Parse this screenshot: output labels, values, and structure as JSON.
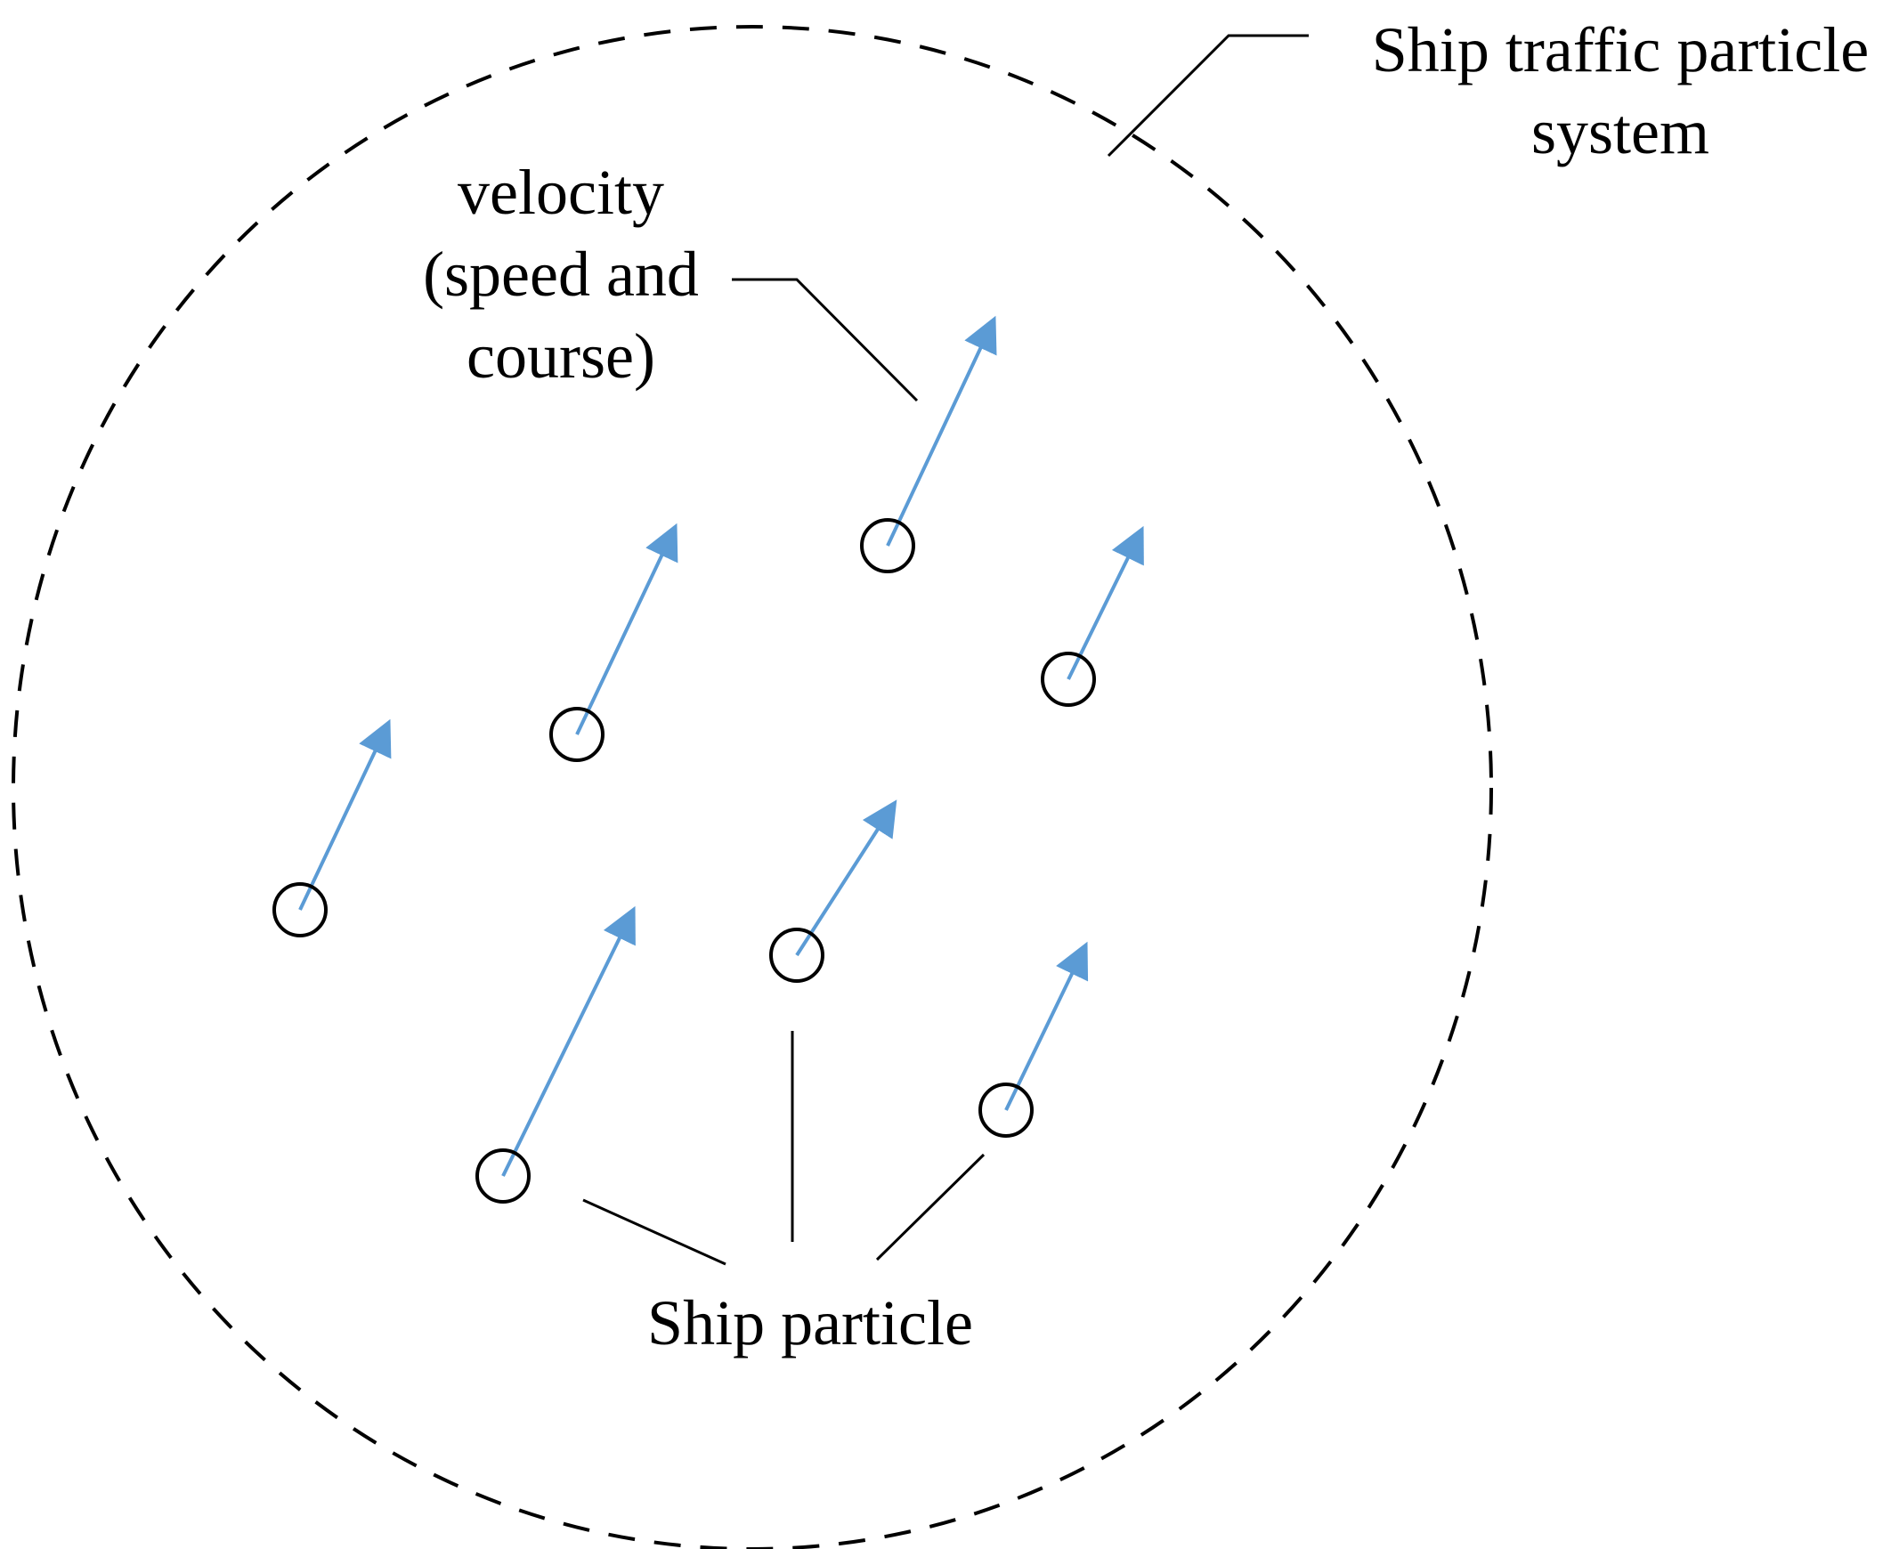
{
  "labels": {
    "system_line1": "Ship traffic particle",
    "system_line2": "system",
    "velocity_line1": "velocity",
    "velocity_line2": "(speed and",
    "velocity_line3": "course)",
    "particle": "Ship particle"
  },
  "colors": {
    "arrow": "#5b9bd5",
    "outline": "#000000",
    "background": "#ffffff"
  }
}
